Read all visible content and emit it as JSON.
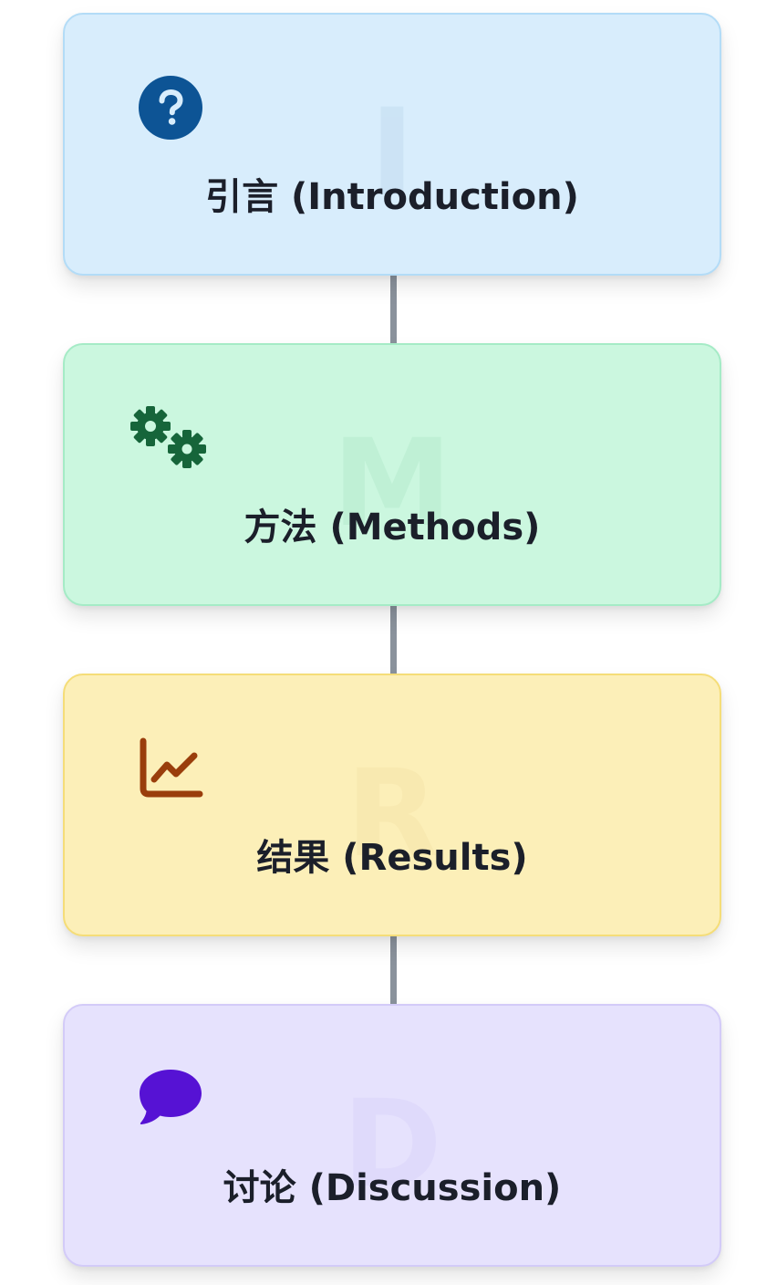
{
  "sections": [
    {
      "id": "intro",
      "letter": "I",
      "label": "引言 (Introduction)",
      "icon": "question-circle-icon",
      "icon_color": "#0d5495"
    },
    {
      "id": "methods",
      "letter": "M",
      "label": "方法 (Methods)",
      "icon": "gears-icon",
      "icon_color": "#16653a"
    },
    {
      "id": "results",
      "letter": "R",
      "label": "结果 (Results)",
      "icon": "line-chart-icon",
      "icon_color": "#9a3e0c"
    },
    {
      "id": "discussion",
      "letter": "D",
      "label": "讨论 (Discussion)",
      "icon": "speech-bubble-icon",
      "icon_color": "#5612d4"
    }
  ],
  "colors": {
    "connector": "#8a929c",
    "intro_bg": "#d8edfc",
    "methods_bg": "#cbf7df",
    "results_bg": "#fcefb8",
    "discussion_bg": "#e6e2fd",
    "title_text": "#1b1f2a"
  }
}
